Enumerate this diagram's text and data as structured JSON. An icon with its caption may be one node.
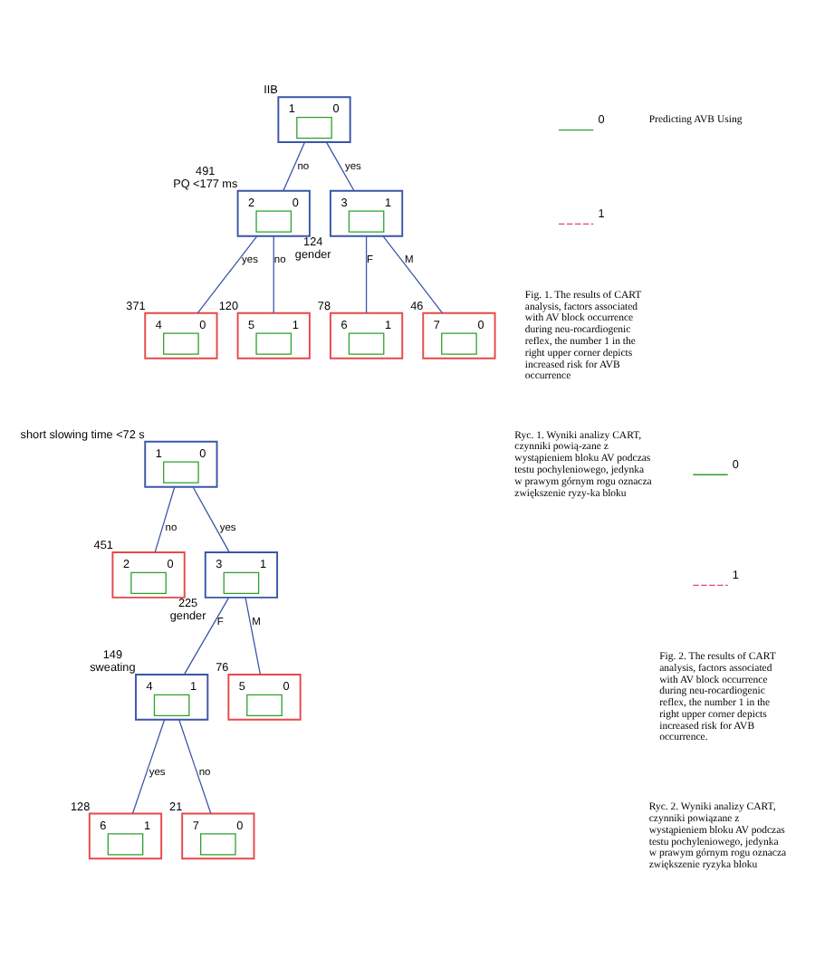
{
  "diagram": {
    "nodes": [
      {
        "text": [
          "1",
          "0"
        ],
        "beside": [
          "IIB"
        ]
      },
      {
        "text": [
          "2",
          "0"
        ],
        "beside": [
          "491",
          "PQ <177 ms"
        ]
      },
      {
        "text": [
          "3",
          "1"
        ],
        "beside": [
          "124",
          "gender"
        ]
      },
      {
        "text": [
          "4",
          "0"
        ],
        "beside": [
          "371"
        ]
      },
      {
        "text": [
          "5",
          "1"
        ],
        "beside": [
          "120"
        ]
      },
      {
        "text": [
          "6",
          "1"
        ],
        "beside": [
          "78"
        ]
      },
      {
        "text": [
          "7",
          "0"
        ],
        "beside": [
          "46"
        ]
      },
      {
        "text": [
          "1",
          "0"
        ],
        "beside": [
          "short slowing time <72 s"
        ]
      },
      {
        "text": [
          "2",
          "0"
        ],
        "beside": [
          "451"
        ]
      },
      {
        "text": [
          "3",
          "1"
        ],
        "beside": [
          "225",
          "gender"
        ]
      },
      {
        "text": [
          "4",
          "1"
        ],
        "beside": [
          "149",
          "sweating"
        ]
      },
      {
        "text": [
          "5",
          "0"
        ],
        "beside": [
          "76"
        ]
      },
      {
        "text": [
          "6",
          "1"
        ],
        "beside": [
          "128"
        ]
      },
      {
        "text": [
          "7",
          "0"
        ],
        "beside": [
          "21"
        ]
      }
    ],
    "edges": [
      {
        "from": 0,
        "to": 1,
        "arrow": "none",
        "label": "no"
      },
      {
        "from": 0,
        "to": 2,
        "arrow": "none",
        "label": "yes"
      },
      {
        "from": 1,
        "to": 3,
        "arrow": "none",
        "label": "yes"
      },
      {
        "from": 1,
        "to": 4,
        "arrow": "none",
        "label": "no"
      },
      {
        "from": 2,
        "to": 5,
        "arrow": "none",
        "label": "F"
      },
      {
        "from": 2,
        "to": 6,
        "arrow": "none",
        "label": "M"
      },
      {
        "from": 7,
        "to": 8,
        "arrow": "none",
        "label": "no"
      },
      {
        "from": 7,
        "to": 9,
        "arrow": "none",
        "label": "yes"
      },
      {
        "from": 9,
        "to": 10,
        "arrow": "none",
        "label": "F"
      },
      {
        "from": 9,
        "to": 11,
        "arrow": "none",
        "label": "M"
      },
      {
        "from": 10,
        "to": 12,
        "arrow": "none",
        "label": "yes"
      },
      {
        "from": 10,
        "to": 13,
        "arrow": "none",
        "label": "no"
      }
    ],
    "labels": [
      "Fig. 1. The results of CART analysis, factors associated with AV block occurrence during neu-rocardiogenic reflex, the number 1 in the right upper corner depicts increased risk for AVB occurrence",
      "Ryc. 1. Wyniki analizy CART, czynniki powią-zane z wystąpieniem bloku AV podczas testu pochyleniowego, jedynka w prawym górnym rogu oznacza zwiększenie ryzy-ka bloku",
      "Fig. 2. The results of CART analysis, factors associated with AV block occurrence during neu-rocardiogenic reflex, the number 1 in the right upper corner depicts increased risk for AVB occurrence.",
      "Ryc. 2. Wyniki analizy CART, czynniki powiązane z wystąpieniem bloku AV podczas testu pochyleniowego, jedynka w prawym górnym rogu oznacza zwiększenie ryzyka bloku",
      "Predicting AVB Using"
    ],
    "legend": [
      {
        "text": "0"
      },
      {
        "text": "1"
      },
      {
        "text": "0"
      },
      {
        "text": "1"
      }
    ]
  }
}
